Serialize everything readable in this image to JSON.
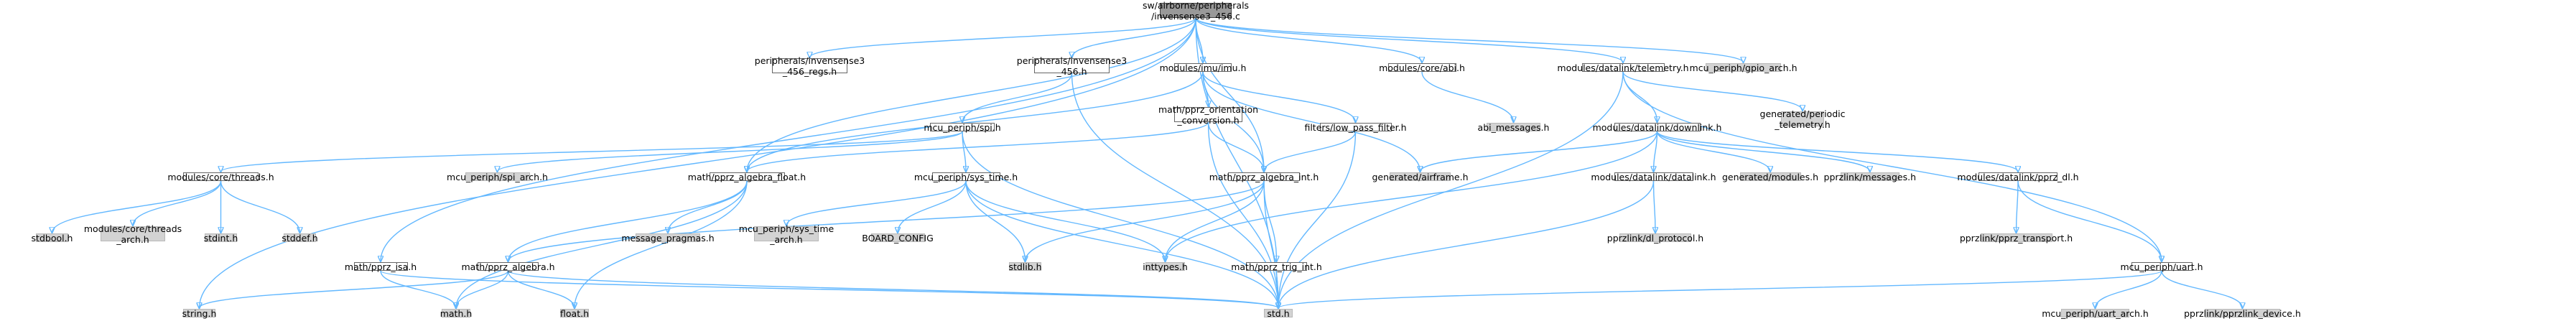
{
  "graph": {
    "edge_color": "#63b8ff",
    "nodes": [
      {
        "id": "root",
        "label": "sw/airborne/peripherals\n/invensense3_456.c",
        "kind": "root"
      },
      {
        "id": "n_regs",
        "label": "peripherals/invensense3\n_456_regs.h",
        "kind": "local"
      },
      {
        "id": "n_inv_h",
        "label": "peripherals/invensense3\n_456.h",
        "kind": "local"
      },
      {
        "id": "n_imu",
        "label": "modules/imu/imu.h",
        "kind": "local"
      },
      {
        "id": "n_abi",
        "label": "modules/core/abi.h",
        "kind": "local"
      },
      {
        "id": "n_telem",
        "label": "modules/datalink/telemetry.h",
        "kind": "local"
      },
      {
        "id": "n_gpio",
        "label": "mcu_periph/gpio_arch.h",
        "kind": "external"
      },
      {
        "id": "n_orient",
        "label": "math/pprz_orientation\n_conversion.h",
        "kind": "local"
      },
      {
        "id": "n_spi",
        "label": "mcu_periph/spi.h",
        "kind": "local"
      },
      {
        "id": "n_lpf",
        "label": "filters/low_pass_filter.h",
        "kind": "local"
      },
      {
        "id": "n_abimsg",
        "label": "abi_messages.h",
        "kind": "external"
      },
      {
        "id": "n_periodic",
        "label": "generated/periodic\n_telemetry.h",
        "kind": "external"
      },
      {
        "id": "n_downlink",
        "label": "modules/datalink/downlink.h",
        "kind": "local"
      },
      {
        "id": "n_threads",
        "label": "modules/core/threads.h",
        "kind": "local"
      },
      {
        "id": "n_spiarch",
        "label": "mcu_periph/spi_arch.h",
        "kind": "external"
      },
      {
        "id": "n_algfloat",
        "label": "math/pprz_algebra_float.h",
        "kind": "local"
      },
      {
        "id": "n_systime",
        "label": "mcu_periph/sys_time.h",
        "kind": "local"
      },
      {
        "id": "n_algint",
        "label": "math/pprz_algebra_int.h",
        "kind": "local"
      },
      {
        "id": "n_airframe",
        "label": "generated/airframe.h",
        "kind": "external"
      },
      {
        "id": "n_dldatalink",
        "label": "modules/datalink/datalink.h",
        "kind": "local"
      },
      {
        "id": "n_genmod",
        "label": "generated/modules.h",
        "kind": "external"
      },
      {
        "id": "n_pprzmsg",
        "label": "pprzlink/messages.h",
        "kind": "external"
      },
      {
        "id": "n_pprzdl",
        "label": "modules/datalink/pprz_dl.h",
        "kind": "local"
      },
      {
        "id": "n_stdbool",
        "label": "stdbool.h",
        "kind": "external"
      },
      {
        "id": "n_thrarch",
        "label": "modules/core/threads\n_arch.h",
        "kind": "external"
      },
      {
        "id": "n_stdint",
        "label": "stdint.h",
        "kind": "external"
      },
      {
        "id": "n_stddef",
        "label": "stddef.h",
        "kind": "external"
      },
      {
        "id": "n_msgpragmas",
        "label": "message_pragmas.h",
        "kind": "external"
      },
      {
        "id": "n_systimearch",
        "label": "mcu_periph/sys_time\n_arch.h",
        "kind": "external"
      },
      {
        "id": "n_boardcfg",
        "label": "BOARD_CONFIG",
        "kind": "external"
      },
      {
        "id": "n_dlproto",
        "label": "pprzlink/dl_protocol.h",
        "kind": "external"
      },
      {
        "id": "n_pprztrans",
        "label": "pprzlink/pprz_transport.h",
        "kind": "external"
      },
      {
        "id": "n_isa",
        "label": "math/pprz_isa.h",
        "kind": "local"
      },
      {
        "id": "n_alg",
        "label": "math/pprz_algebra.h",
        "kind": "local"
      },
      {
        "id": "n_stdlib",
        "label": "stdlib.h",
        "kind": "external"
      },
      {
        "id": "n_inttypes",
        "label": "inttypes.h",
        "kind": "external"
      },
      {
        "id": "n_trig",
        "label": "math/pprz_trig_int.h",
        "kind": "local"
      },
      {
        "id": "n_uart",
        "label": "mcu_periph/uart.h",
        "kind": "local"
      },
      {
        "id": "n_string",
        "label": "string.h",
        "kind": "external"
      },
      {
        "id": "n_math",
        "label": "math.h",
        "kind": "external"
      },
      {
        "id": "n_float",
        "label": "float.h",
        "kind": "external"
      },
      {
        "id": "n_std",
        "label": "std.h",
        "kind": "external"
      },
      {
        "id": "n_uartarch",
        "label": "mcu_periph/uart_arch.h",
        "kind": "external"
      },
      {
        "id": "n_pprzdev",
        "label": "pprzlink/pprzlink_device.h",
        "kind": "external"
      }
    ],
    "edges": [
      [
        "root",
        "n_regs"
      ],
      [
        "root",
        "n_inv_h"
      ],
      [
        "root",
        "n_imu"
      ],
      [
        "root",
        "n_abi"
      ],
      [
        "root",
        "n_telem"
      ],
      [
        "root",
        "n_gpio"
      ],
      [
        "root",
        "n_algfloat"
      ],
      [
        "root",
        "n_algint"
      ],
      [
        "root",
        "n_isa"
      ],
      [
        "root",
        "n_string"
      ],
      [
        "root",
        "n_std"
      ],
      [
        "n_inv_h",
        "n_spi"
      ],
      [
        "n_inv_h",
        "n_std"
      ],
      [
        "n_imu",
        "n_orient"
      ],
      [
        "n_imu",
        "n_lpf"
      ],
      [
        "n_imu",
        "n_algfloat"
      ],
      [
        "n_imu",
        "n_algint"
      ],
      [
        "n_imu",
        "n_airframe"
      ],
      [
        "n_abi",
        "n_abimsg"
      ],
      [
        "n_telem",
        "n_periodic"
      ],
      [
        "n_telem",
        "n_downlink"
      ],
      [
        "n_telem",
        "n_uart"
      ],
      [
        "n_telem",
        "n_std"
      ],
      [
        "n_orient",
        "n_algfloat"
      ],
      [
        "n_orient",
        "n_algint"
      ],
      [
        "n_orient",
        "n_std"
      ],
      [
        "n_spi",
        "n_threads"
      ],
      [
        "n_spi",
        "n_spiarch"
      ],
      [
        "n_spi",
        "n_systime"
      ],
      [
        "n_spi",
        "n_std"
      ],
      [
        "n_lpf",
        "n_algint"
      ],
      [
        "n_lpf",
        "n_std"
      ],
      [
        "n_downlink",
        "n_airframe"
      ],
      [
        "n_downlink",
        "n_dldatalink"
      ],
      [
        "n_downlink",
        "n_genmod"
      ],
      [
        "n_downlink",
        "n_pprzmsg"
      ],
      [
        "n_downlink",
        "n_pprzdl"
      ],
      [
        "n_downlink",
        "n_inttypes"
      ],
      [
        "n_threads",
        "n_stdbool"
      ],
      [
        "n_threads",
        "n_thrarch"
      ],
      [
        "n_threads",
        "n_stdint"
      ],
      [
        "n_threads",
        "n_stddef"
      ],
      [
        "n_algfloat",
        "n_alg"
      ],
      [
        "n_algfloat",
        "n_msgpragmas"
      ],
      [
        "n_algfloat",
        "n_math"
      ],
      [
        "n_algfloat",
        "n_float"
      ],
      [
        "n_systime",
        "n_systimearch"
      ],
      [
        "n_systime",
        "n_boardcfg"
      ],
      [
        "n_systime",
        "n_stdlib"
      ],
      [
        "n_systime",
        "n_inttypes"
      ],
      [
        "n_systime",
        "n_std"
      ],
      [
        "n_algint",
        "n_alg"
      ],
      [
        "n_algint",
        "n_trig"
      ],
      [
        "n_algint",
        "n_stdlib"
      ],
      [
        "n_algint",
        "n_inttypes"
      ],
      [
        "n_algint",
        "n_std"
      ],
      [
        "n_dldatalink",
        "n_dlproto"
      ],
      [
        "n_dldatalink",
        "n_std"
      ],
      [
        "n_pprzdl",
        "n_pprztrans"
      ],
      [
        "n_pprzdl",
        "n_uart"
      ],
      [
        "n_isa",
        "n_math"
      ],
      [
        "n_isa",
        "n_std"
      ],
      [
        "n_alg",
        "n_math"
      ],
      [
        "n_alg",
        "n_float"
      ],
      [
        "n_alg",
        "n_string"
      ],
      [
        "n_alg",
        "n_std"
      ],
      [
        "n_trig",
        "n_std"
      ],
      [
        "n_uart",
        "n_uartarch"
      ],
      [
        "n_uart",
        "n_pprzdev"
      ],
      [
        "n_uart",
        "n_std"
      ]
    ]
  }
}
